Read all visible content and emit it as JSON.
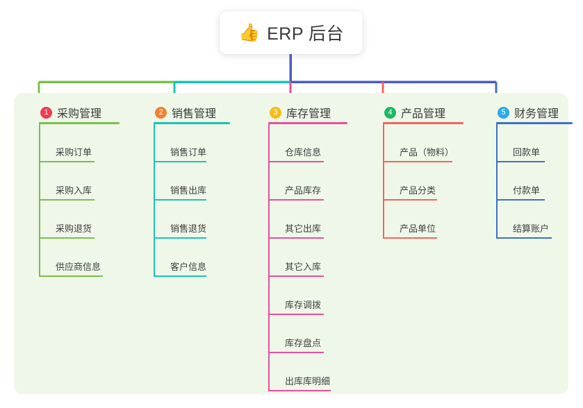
{
  "page": {
    "background": "#ffffff",
    "panel_color": "#eff7e9"
  },
  "title": {
    "icon": "thumbs-up-icon",
    "emoji": "👍",
    "text": "ERP 后台"
  },
  "trunk": {
    "color": "#4a5bc4"
  },
  "columns": [
    {
      "index": "1",
      "badge_color": "#ef3b54",
      "line_color": "#79bf4c",
      "title": "采购管理",
      "rule_width": 116,
      "items": [
        {
          "label": "采购订单",
          "rule_width": 80
        },
        {
          "label": "采购入库",
          "rule_width": 80
        },
        {
          "label": "采购退货",
          "rule_width": 80
        },
        {
          "label": "供应商信息",
          "rule_width": 92
        }
      ]
    },
    {
      "index": "2",
      "badge_color": "#f28033",
      "line_color": "#17c5b5",
      "title": "销售管理",
      "rule_width": 110,
      "items": [
        {
          "label": "销售订单",
          "rule_width": 76
        },
        {
          "label": "销售出库",
          "rule_width": 76
        },
        {
          "label": "销售退货",
          "rule_width": 76
        },
        {
          "label": "客户信息",
          "rule_width": 76
        }
      ]
    },
    {
      "index": "3",
      "badge_color": "#f5bc1c",
      "line_color": "#e94ea0",
      "title": "库存管理",
      "rule_width": 114,
      "items": [
        {
          "label": "仓库信息",
          "rule_width": 80
        },
        {
          "label": "产品库存",
          "rule_width": 80
        },
        {
          "label": "其它出库",
          "rule_width": 80
        },
        {
          "label": "其它入库",
          "rule_width": 80
        },
        {
          "label": "库存调拨",
          "rule_width": 80
        },
        {
          "label": "库存盘点",
          "rule_width": 80
        },
        {
          "label": "出库库明细",
          "rule_width": 90
        }
      ]
    },
    {
      "index": "4",
      "badge_color": "#1cb862",
      "line_color": "#f4635c",
      "title": "产品管理",
      "rule_width": 116,
      "items": [
        {
          "label": "产品（物料）",
          "rule_width": 100
        },
        {
          "label": "产品分类",
          "rule_width": 78
        },
        {
          "label": "产品单位",
          "rule_width": 78
        }
      ]
    },
    {
      "index": "5",
      "badge_color": "#2daae4",
      "line_color": "#3f6fc2",
      "title": "财务管理",
      "rule_width": 110,
      "items": [
        {
          "label": "回款单",
          "rule_width": 70
        },
        {
          "label": "付款单",
          "rule_width": 70
        },
        {
          "label": "结算账户",
          "rule_width": 80
        }
      ]
    }
  ]
}
